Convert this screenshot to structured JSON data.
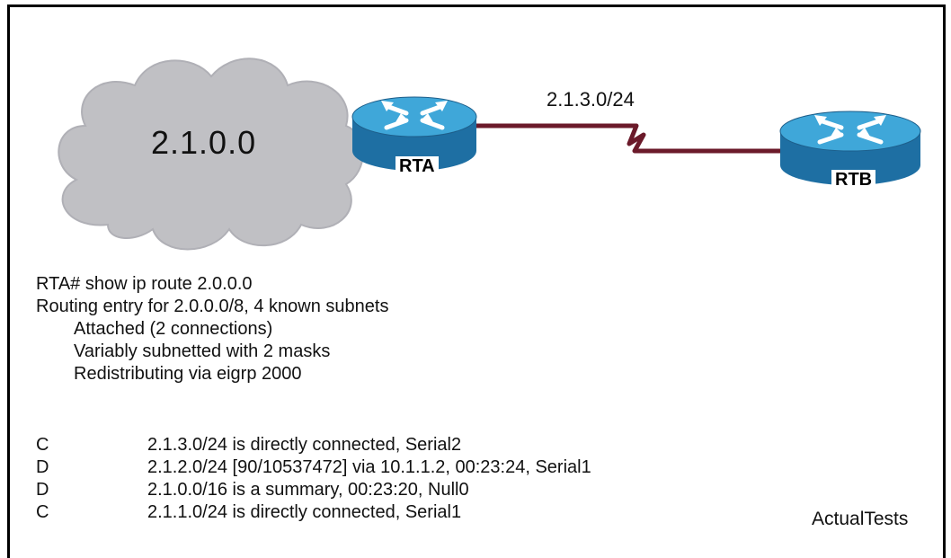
{
  "diagram": {
    "cloud_label": "2.1.0.0",
    "link_label": "2.1.3.0/24",
    "routers": [
      {
        "name": "RTA"
      },
      {
        "name": "RTB"
      }
    ],
    "colors": {
      "cloud": "#c0c0c4",
      "router_top": "#3fa7d9",
      "router_body": "#1e6fa3",
      "link": "#6b1a2a"
    }
  },
  "cli": {
    "command": "RTA# show ip route 2.0.0.0",
    "header": "Routing entry for 2.0.0.0/8, 4 known subnets",
    "details": [
      "Attached (2 connections)",
      "Variably subnetted with 2 masks",
      "Redistributing via eigrp 2000"
    ],
    "routes": [
      {
        "code": "C",
        "text": "2.1.3.0/24 is directly connected, Serial2"
      },
      {
        "code": "D",
        "text": "2.1.2.0/24 [90/10537472] via 10.1.1.2, 00:23:24, Serial1"
      },
      {
        "code": "D",
        "text": "2.1.0.0/16 is a summary, 00:23:20, Null0"
      },
      {
        "code": "C",
        "text": "2.1.1.0/24 is directly connected, Serial1"
      }
    ]
  },
  "watermark": "ActualTests"
}
